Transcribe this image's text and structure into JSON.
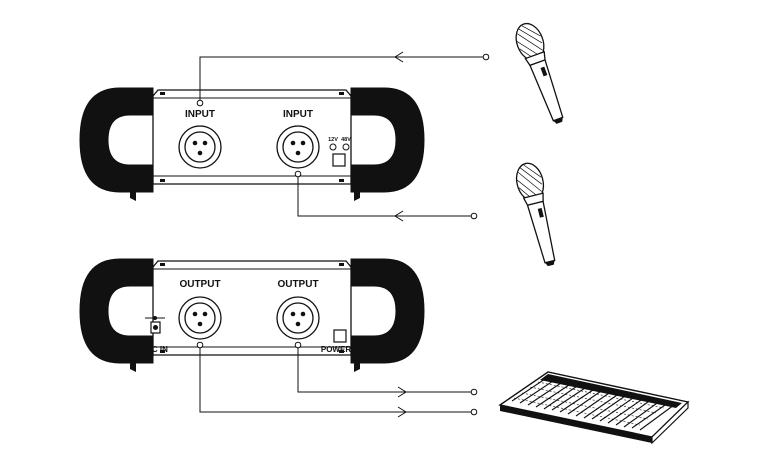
{
  "input_unit": {
    "jack_labels": [
      "INPUT",
      "INPUT"
    ],
    "phantom_labels": [
      "12V",
      "48V"
    ]
  },
  "output_unit": {
    "jack_labels": [
      "OUTPUT",
      "OUTPUT"
    ],
    "dc_in_label": "DC IN",
    "power_label": "POWER"
  },
  "sources": [
    "microphone",
    "microphone"
  ],
  "destination": "mixing-console",
  "icons": [
    "microphone-icon",
    "mixing-console-icon",
    "xlr-jack-icon",
    "dc-jack-icon",
    "arrow-icon"
  ]
}
